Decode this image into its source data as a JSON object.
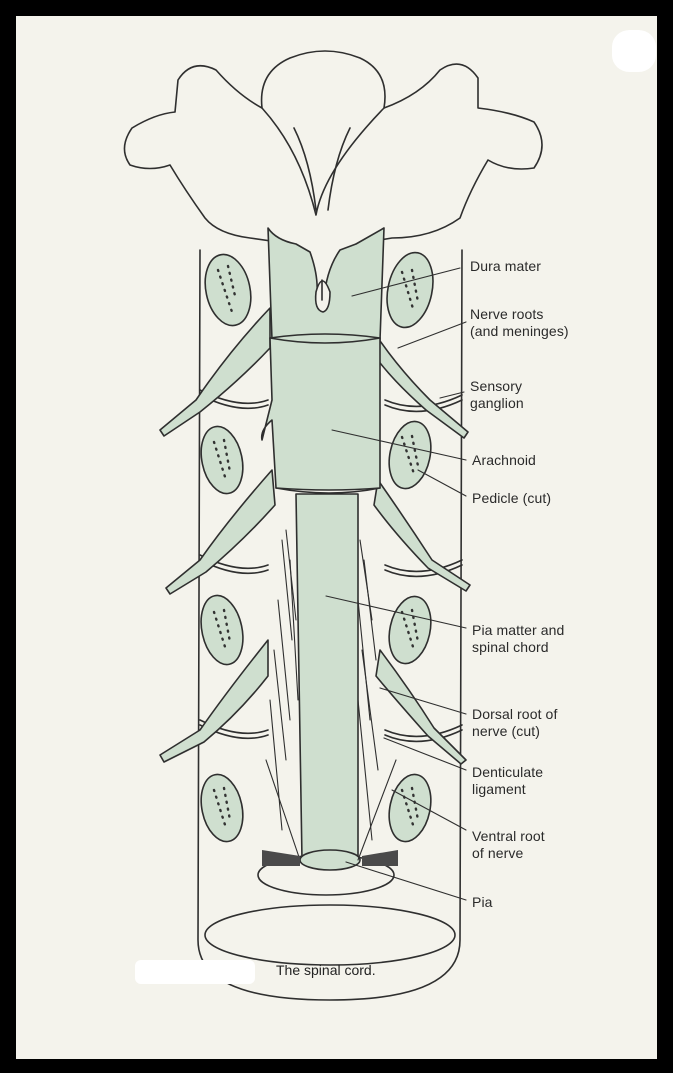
{
  "figure": {
    "caption": "The spinal cord.",
    "fill_color": "#cfdfcf",
    "stroke_color": "#2f2f2f",
    "background_color": "#f4f3ec"
  },
  "labels": {
    "dura_mater": [
      "Dura mater"
    ],
    "nerve_roots": [
      "Nerve roots",
      "(and meninges)"
    ],
    "sensory_ganglion": [
      "Sensory",
      "ganglion"
    ],
    "arachnoid": [
      "Arachnoid"
    ],
    "pedicle": [
      "Pedicle (cut)"
    ],
    "pia_matter": [
      "Pia matter and",
      "spinal chord"
    ],
    "dorsal_root": [
      "Dorsal root of",
      "nerve (cut)"
    ],
    "denticulate": [
      "Denticulate",
      "ligament"
    ],
    "ventral_root": [
      "Ventral root",
      "of nerve"
    ],
    "pia": [
      "Pia"
    ]
  }
}
